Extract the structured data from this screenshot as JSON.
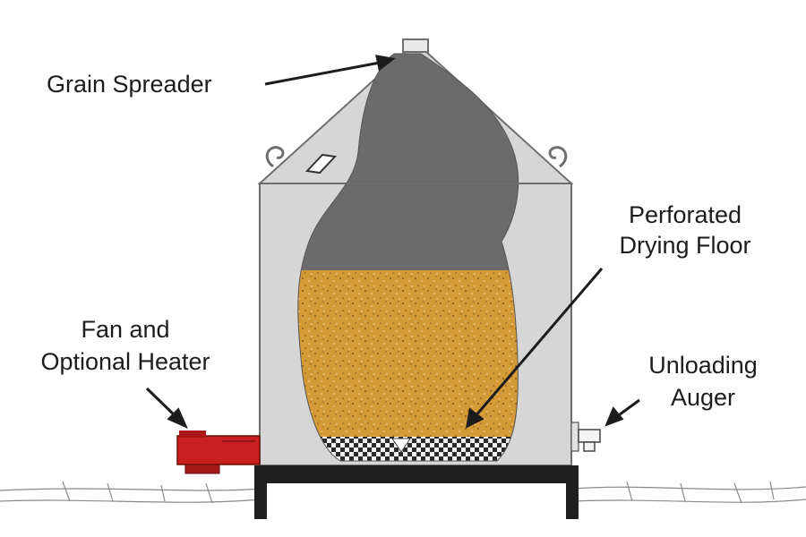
{
  "labels": {
    "grain_spreader": "Grain Spreader",
    "perforated_floor_line1": "Perforated",
    "perforated_floor_line2": "Drying Floor",
    "fan_line1": "Fan and",
    "fan_line2": "Optional Heater",
    "auger_line1": "Unloading",
    "auger_line2": "Auger"
  },
  "colors": {
    "bin_wall": "#d6d6d6",
    "bin_outline": "#6f6f6f",
    "empty_space": "#6b6b6b",
    "grain": "#d39a36",
    "fan_heater": "#c81f1f",
    "base_stand": "#1f1f1f"
  }
}
